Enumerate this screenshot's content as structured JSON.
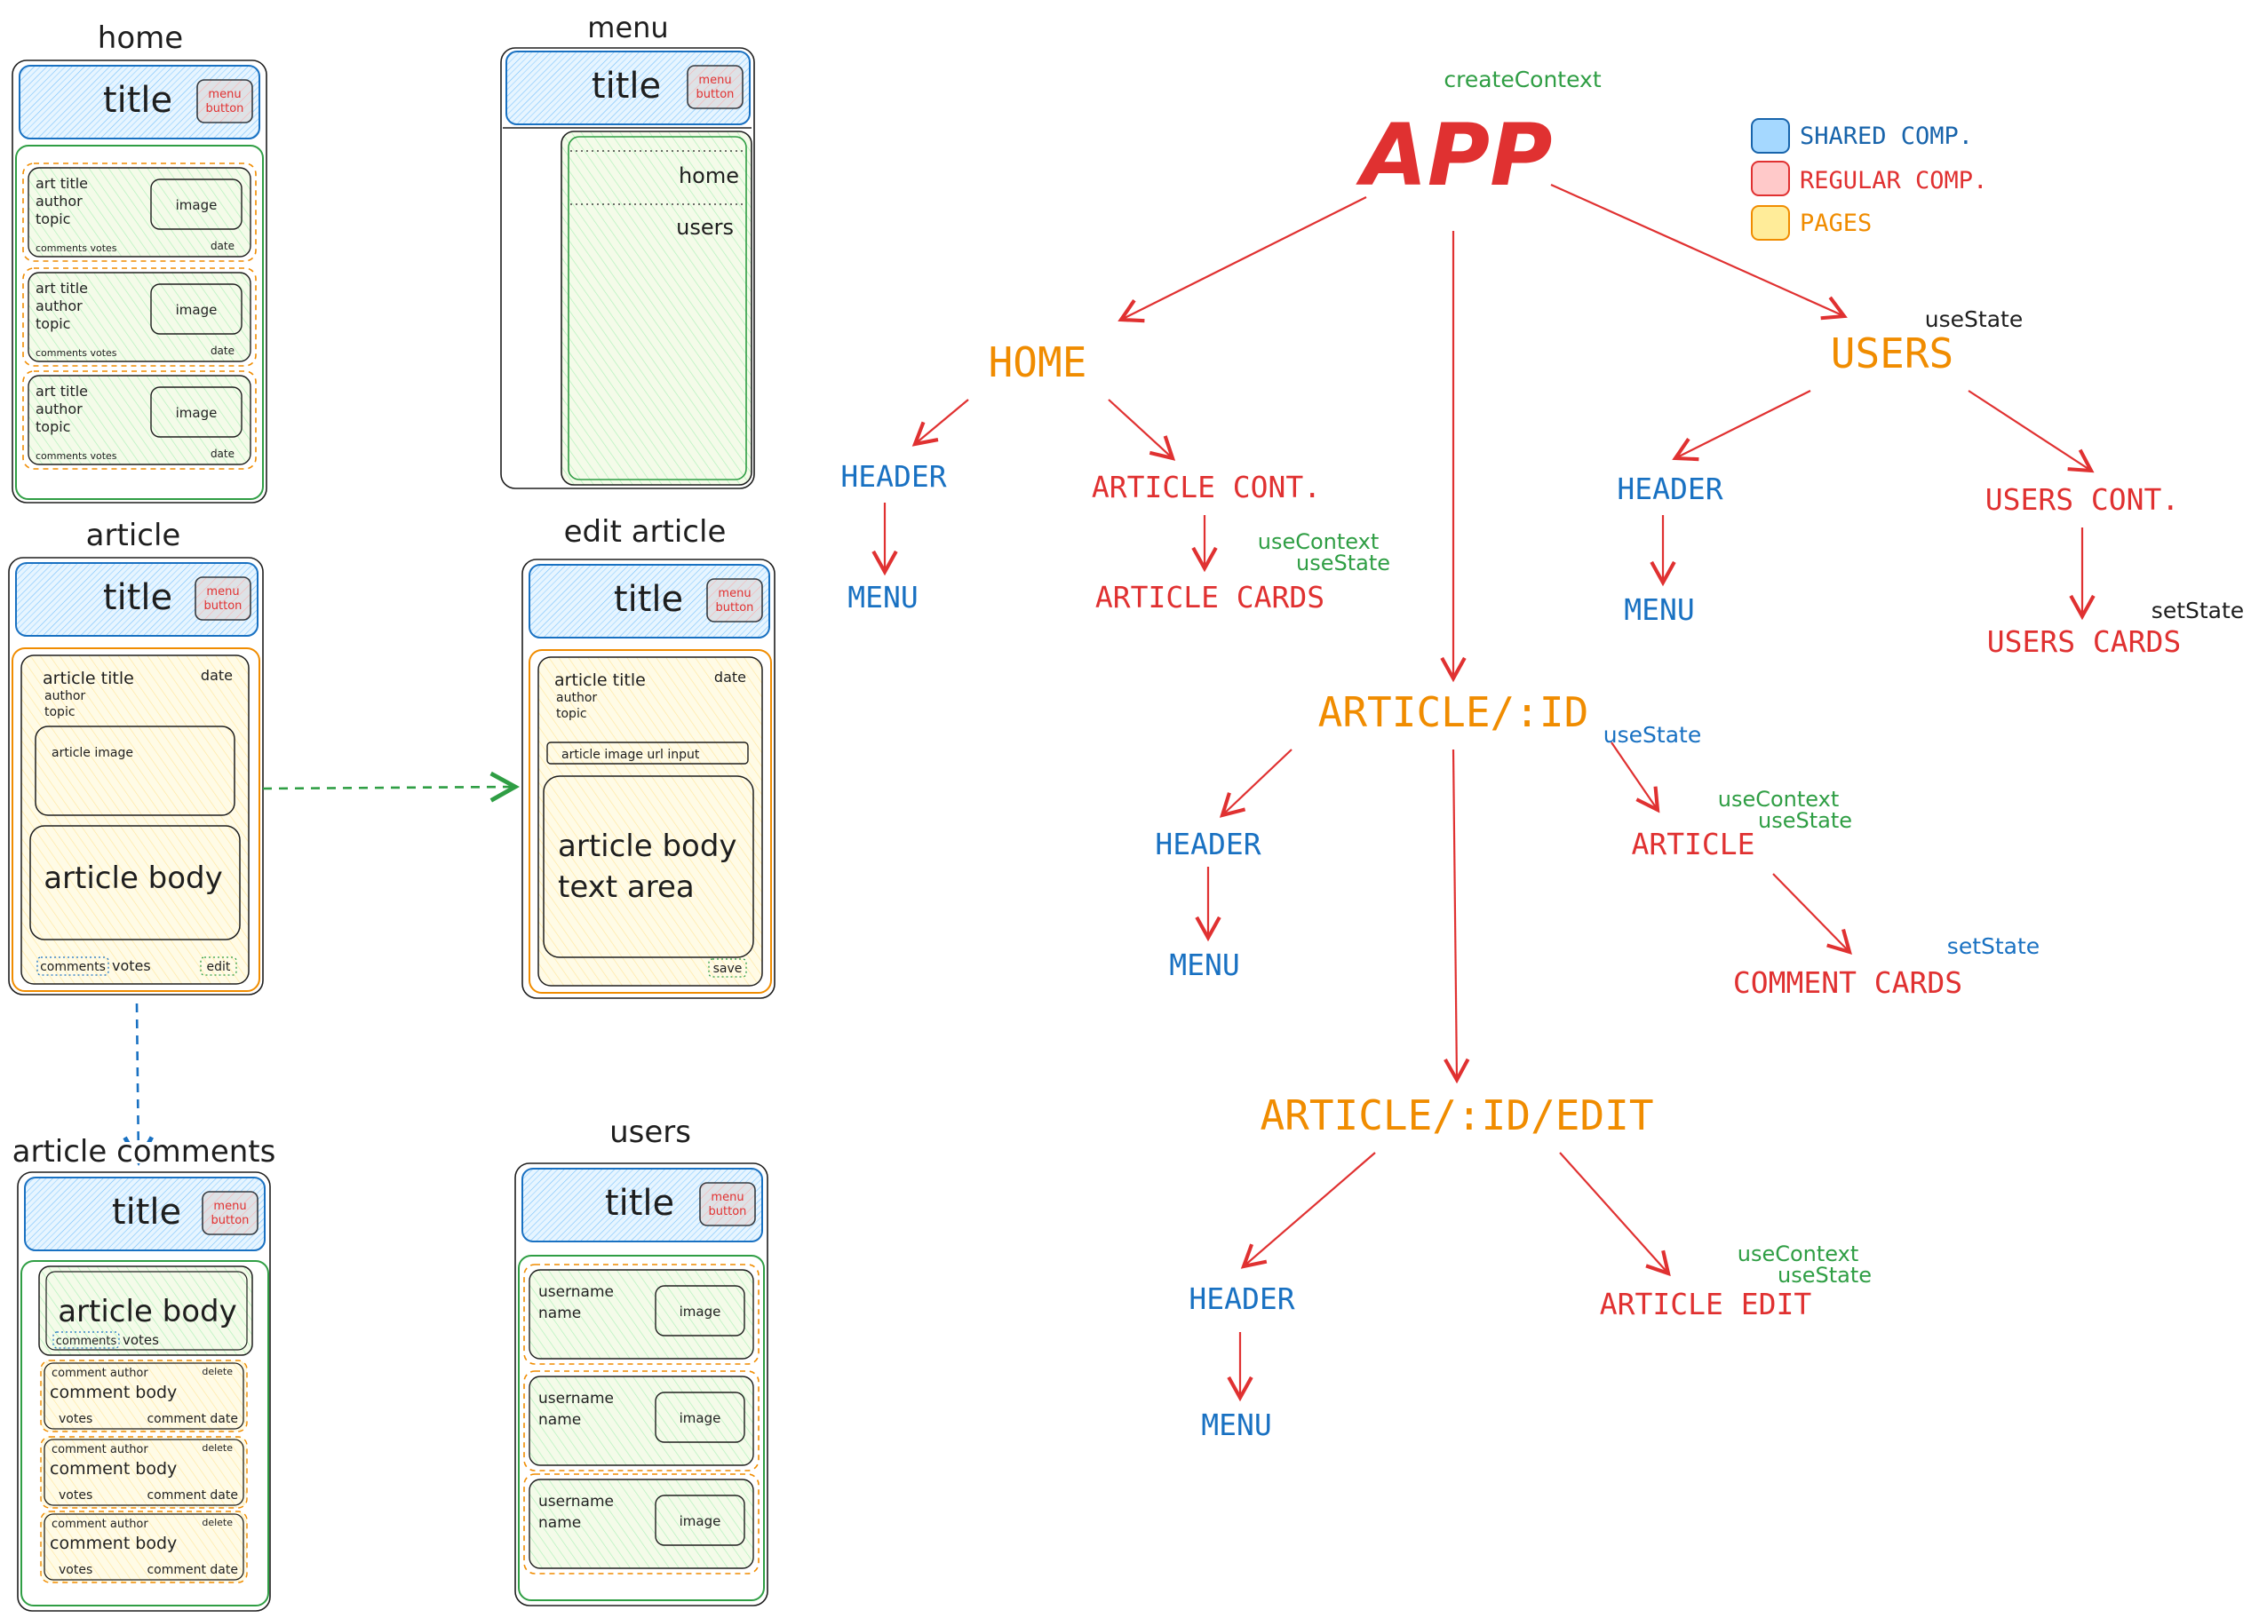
{
  "colors": {
    "shared": "#1864ab",
    "shared_fill": "#a5d8ff",
    "regular": "#e03131",
    "regular_fill": "#ffc9c9",
    "pages": "#f08c00",
    "pages_fill": "#ffec99",
    "green": "#2f9e44",
    "ink": "#1e1e1e"
  },
  "wireframes": {
    "common": {
      "title": "title",
      "menu_button": "menu\nbutton",
      "image": "image"
    },
    "home": {
      "label": "home",
      "cards": [
        {
          "line1": "art title",
          "line2": "author",
          "line3": "topic",
          "footer": "comments votes",
          "date": "date"
        },
        {
          "line1": "art title",
          "line2": "author",
          "line3": "topic",
          "footer": "comments votes",
          "date": "date"
        },
        {
          "line1": "art title",
          "line2": "author",
          "line3": "topic",
          "footer": "comments votes",
          "date": "date"
        }
      ]
    },
    "menu": {
      "label": "menu",
      "items": [
        "home",
        "users"
      ]
    },
    "article": {
      "label": "article",
      "article_title": "article title",
      "author": "author",
      "topic": "topic",
      "date": "date",
      "image": "article image",
      "body": "article body",
      "comments": "comments",
      "votes": "votes",
      "edit": "edit"
    },
    "edit_article": {
      "label": "edit article",
      "article_title": "article title",
      "author": "author",
      "topic": "topic",
      "date": "date",
      "image_input": "article image url input",
      "body_line1": "article body",
      "body_line2": "text area",
      "save": "save"
    },
    "article_comments": {
      "label": "article comments",
      "body": "article body",
      "comments": "comments",
      "votes": "votes",
      "comment_cards": [
        {
          "author": "comment author",
          "delete": "delete",
          "body": "comment body",
          "votes": "votes",
          "date": "comment date"
        },
        {
          "author": "comment author",
          "delete": "delete",
          "body": "comment body",
          "votes": "votes",
          "date": "comment date"
        },
        {
          "author": "comment author",
          "delete": "delete",
          "body": "comment body",
          "votes": "votes",
          "date": "comment date"
        }
      ]
    },
    "users": {
      "label": "users",
      "cards": [
        {
          "username": "username",
          "name": "name"
        },
        {
          "username": "username",
          "name": "name"
        },
        {
          "username": "username",
          "name": "name"
        }
      ]
    }
  },
  "legend": {
    "shared": "SHARED COMP.",
    "regular": "REGULAR COMP.",
    "pages": "PAGES"
  },
  "tree": {
    "app": "APP",
    "app_hook": "createContext",
    "home": "HOME",
    "home_header": "HEADER",
    "home_menu": "MENU",
    "article_cont": "ARTICLE CONT.",
    "article_cards": "ARTICLE CARDS",
    "article_cards_hook1": "useContext",
    "article_cards_hook2": "useState",
    "users": "USERS",
    "users_hook": "useState",
    "users_header": "HEADER",
    "users_menu": "MENU",
    "users_cont": "USERS CONT.",
    "users_cards": "USERS CARDS",
    "users_cards_hook": "setState",
    "article_id": "ARTICLE/:ID",
    "article_id_hook": "useState",
    "aid_header": "HEADER",
    "aid_menu": "MENU",
    "article": "ARTICLE",
    "article_hook1": "useContext",
    "article_hook2": "useState",
    "comment_cards": "COMMENT CARDS",
    "comment_cards_hook": "setState",
    "article_edit_page": "ARTICLE/:ID/EDIT",
    "edit_header": "HEADER",
    "edit_menu": "MENU",
    "article_edit": "ARTICLE EDIT",
    "article_edit_hook1": "useContext",
    "article_edit_hook2": "useState"
  }
}
